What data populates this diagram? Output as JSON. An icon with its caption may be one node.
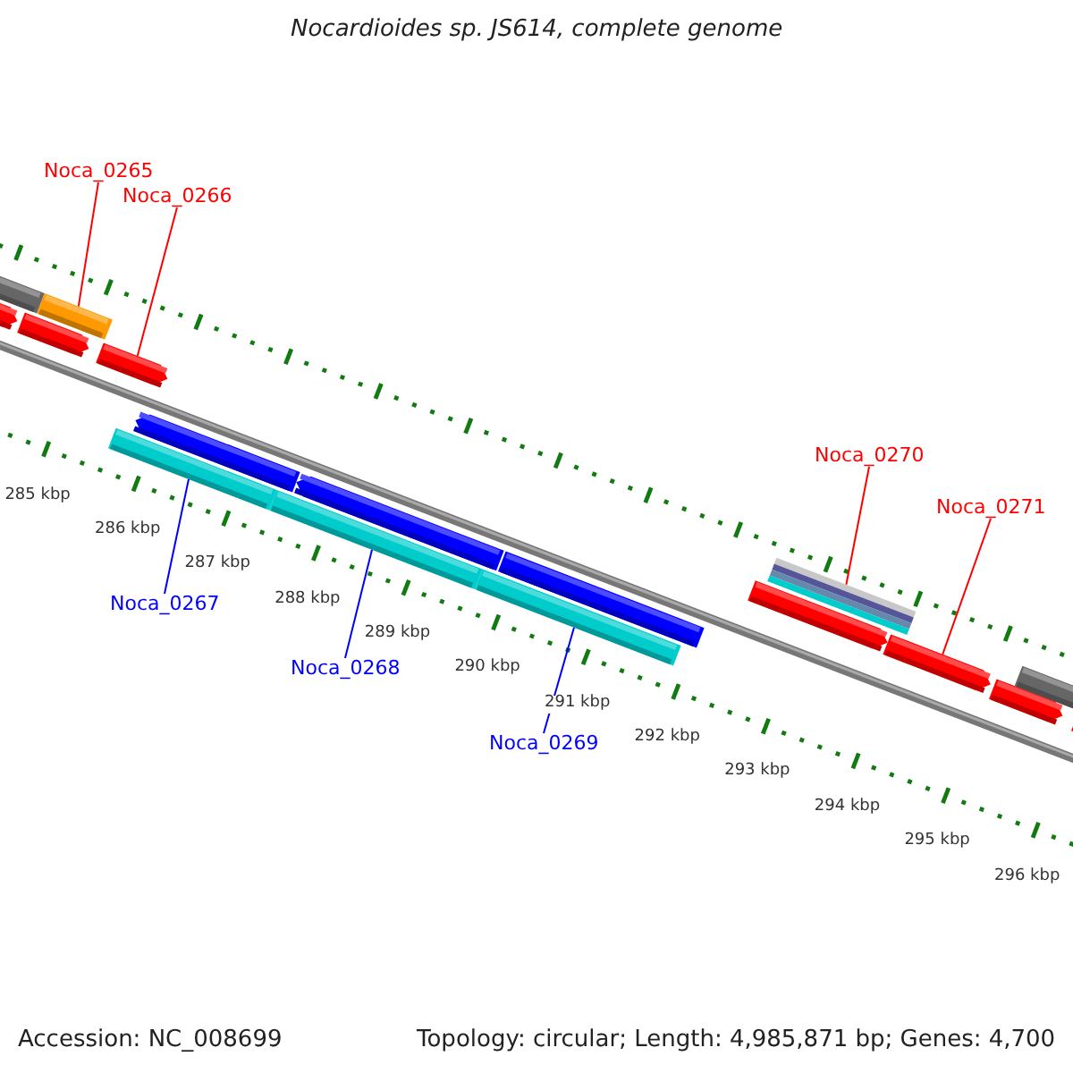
{
  "diagram": {
    "title": "Nocardioides sp. JS614, complete genome",
    "nodes": [
      {
        "text": [
          "Noca_0265"
        ]
      },
      {
        "text": [
          "Noca_0266"
        ]
      },
      {
        "text": [
          "Noca_0267"
        ]
      },
      {
        "text": [
          "Noca_0268"
        ]
      },
      {
        "text": [
          "Noca_0269"
        ]
      },
      {
        "text": [
          "Noca_0270"
        ]
      },
      {
        "text": [
          "Noca_0271"
        ]
      },
      {
        "text": [],
        "shape": "bar"
      },
      {
        "text": [],
        "shape": "bar"
      },
      {
        "text": [],
        "shape": "bar"
      },
      {
        "text": [],
        "shape": "bar"
      },
      {
        "text": [],
        "shape": "bar"
      },
      {
        "text": [],
        "shape": "bar"
      },
      {
        "text": [],
        "shape": "bar"
      },
      {
        "text": [],
        "shape": "bar"
      },
      {
        "text": [],
        "shape": "bar"
      },
      {
        "text": [],
        "shape": "bar"
      },
      {
        "text": [],
        "shape": "bar"
      },
      {
        "text": [],
        "shape": "bar"
      },
      {
        "text": [],
        "shape": "bar"
      },
      {
        "text": [],
        "shape": "bar"
      },
      {
        "text": [],
        "shape": "bar"
      },
      {
        "text": [],
        "shape": "bar"
      },
      {
        "text": [],
        "shape": "bar"
      }
    ],
    "edges": [
      {
        "from": 0,
        "to": 10,
        "arrow": "none"
      },
      {
        "from": 1,
        "to": 11,
        "arrow": "none"
      },
      {
        "from": 2,
        "to": 12,
        "arrow": "none",
        "color": "#0000ff"
      },
      {
        "from": 3,
        "to": 14,
        "arrow": "none",
        "color": "#0000ff"
      },
      {
        "from": 4,
        "to": 16,
        "arrow": "none",
        "color": "#0000ff"
      },
      {
        "from": 5,
        "to": 19,
        "arrow": "none"
      },
      {
        "from": 6,
        "to": 20,
        "arrow": "none"
      }
    ],
    "labels": [
      "285 kbp",
      "286 kbp",
      "287 kbp",
      "288 kbp",
      "289 kbp",
      "290 kbp",
      "291 kbp",
      "292 kbp",
      "293 kbp",
      "294 kbp",
      "295 kbp",
      "296 kbp",
      "Accession: NC_008699",
      "Topology: circular; Length: 4,985,871 bp; Genes: 4,700"
    ]
  }
}
